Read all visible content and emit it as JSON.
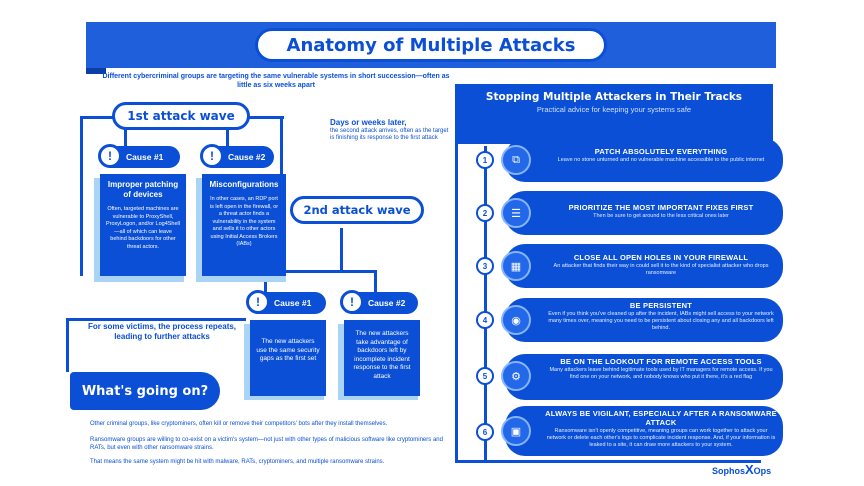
{
  "title": "Anatomy of Multiple Attacks",
  "intro": "Different cybercriminal groups are targeting the same vulnerable systems in short succession—often as little as six weeks apart",
  "wave1": {
    "label": "1st attack wave"
  },
  "wave2": {
    "label": "2nd attack wave"
  },
  "days_later": {
    "heading": "Days or weeks later,",
    "text": "the second attack arrives, often as the target is finishing its response to the first attack"
  },
  "wave1_causes": [
    {
      "label": "Cause #1",
      "heading": "Improper patching of devices",
      "text": "Often, targeted machines are vulnerable to ProxyShell, ProxyLogon, and/or Log4Shell—all of which can leave behind backdoors for other threat actors."
    },
    {
      "label": "Cause #2",
      "heading": "Misconfigurations",
      "text": "In other cases, an RDP port is left open in the firewall, or a threat actor finds a vulnerability in the system and sells it to other actors using Initial Access Brokers (IABs)"
    }
  ],
  "wave2_causes": [
    {
      "label": "Cause #1",
      "text": "The new attackers use the same security gaps as the first set"
    },
    {
      "label": "Cause #2",
      "text": "The new attackers take advantage of backdoors left by incomplete incident response to the first attack"
    }
  ],
  "repeat_note": "For some victims, the process repeats, leading to further attacks",
  "whats_going_on": {
    "heading": "What's going on?",
    "paragraphs": [
      "Other criminal groups, like cryptominers, often kill or remove their competitors' bots after they install themselves.",
      "Ransomware groups are willing to co-exist on a victim's system—not just with other types of malicious software like cryptominers and RATs, but even with other ransomware strains.",
      "That means the same system might be hit with malware, RATs, cryptominers, and multiple ransomware strains."
    ]
  },
  "right_panel": {
    "title": "Stopping Multiple Attackers in Their Tracks",
    "subtitle": "Practical advice for keeping your systems safe",
    "tips": [
      {
        "num": "1",
        "icon": "patch-icon",
        "heading": "PATCH ABSOLUTELY EVERYTHING",
        "text": "Leave no stone unturned and no vulnerable machine accessible to the public internet"
      },
      {
        "num": "2",
        "icon": "priority-icon",
        "heading": "PRIORITIZE THE MOST IMPORTANT FIXES FIRST",
        "text": "Then be sure to get around to the less critical ones later"
      },
      {
        "num": "3",
        "icon": "firewall-icon",
        "heading": "CLOSE ALL OPEN HOLES  IN YOUR FIREWALL",
        "text": "An attacker that finds their way in could sell it to the kind of specialist attacker who drops ransomware"
      },
      {
        "num": "4",
        "icon": "persistent-icon",
        "heading": "BE PERSISTENT",
        "text": "Even if you think you've cleaned up after the incident, IABs might sell access to your network many times over, meaning you need to be persistent about closing any and all backdoors left behind."
      },
      {
        "num": "5",
        "icon": "remote-access-icon",
        "heading": "BE ON THE LOOKOUT FOR REMOTE ACCESS TOOLS",
        "text": "Many attackers leave behind legitimate tools used by IT managers for remote access. If you find one on your network, and nobody knows who put it there, it's a red flag"
      },
      {
        "num": "6",
        "icon": "camera-icon",
        "heading": "ALWAYS BE VIGILANT, ESPECIALLY AFTER A RANSOMWARE ATTACK",
        "text": "Ransomware isn't openly competitive, meaning groups can work together to attack your network or delete each other's logs to complicate incident response. And, if your information is leaked to a site, it can draw more attackers to your system."
      }
    ]
  },
  "logo": {
    "left": "Sophos",
    "mark": "X",
    "right": "Ops"
  },
  "colors": {
    "primary": "#0a4fd6",
    "light_shadow": "#a9d4f5",
    "white": "#ffffff"
  }
}
